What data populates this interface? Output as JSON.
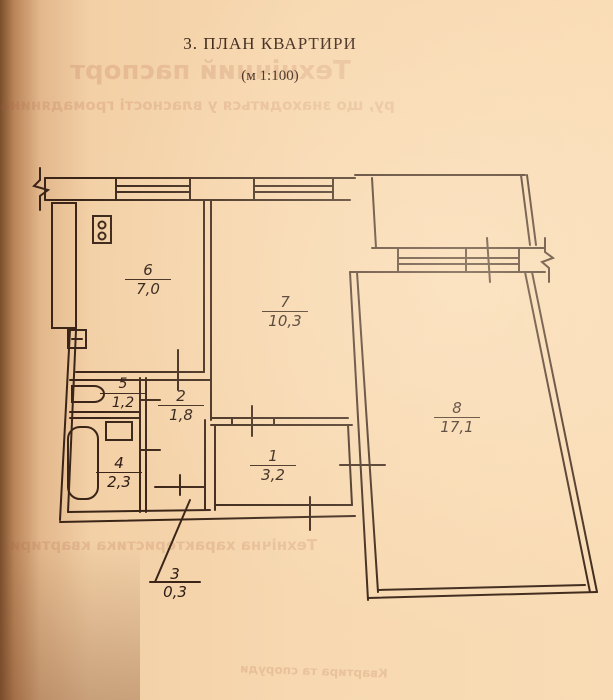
{
  "document": {
    "title": "3. ПЛАН КВАРТИРИ",
    "scale": "(м   1:100)",
    "background_ghost_text": {
      "heading": "Технічний паспорт",
      "line1": "ру, що знаходиться у власності громадянина",
      "line2": "Технічна характеристика квартири",
      "line3": "Квартира та споруди"
    }
  },
  "colors": {
    "paper": "#f7d8b0",
    "ink": "#3a2518",
    "ghost_ink": "#c08070"
  },
  "rooms": [
    {
      "number": "1",
      "area": "3,2"
    },
    {
      "number": "2",
      "area": "1,8"
    },
    {
      "number": "3",
      "area": "0,3"
    },
    {
      "number": "4",
      "area": "2,3"
    },
    {
      "number": "5",
      "area": "1,2"
    },
    {
      "number": "6",
      "area": "7,0"
    },
    {
      "number": "7",
      "area": "10,3"
    },
    {
      "number": "8",
      "area": "17,1"
    }
  ]
}
